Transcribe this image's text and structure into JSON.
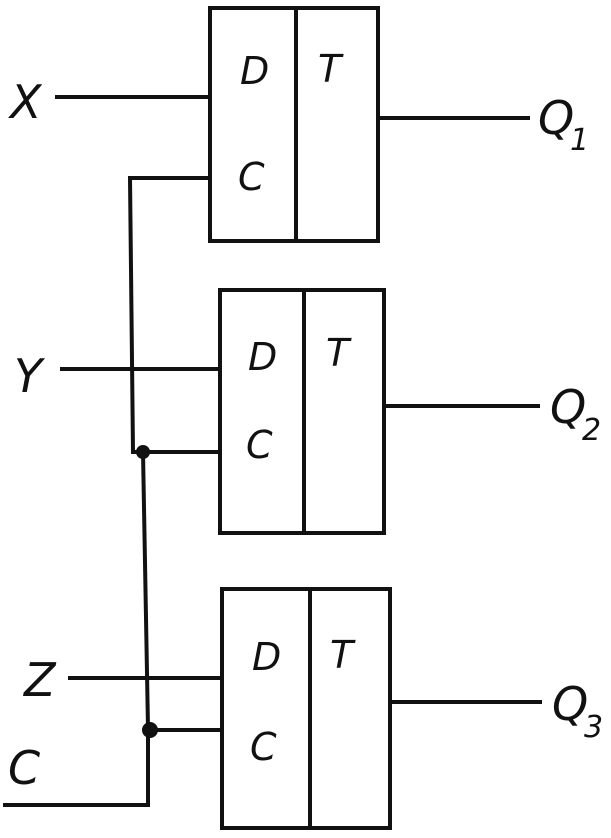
{
  "diagram": {
    "inputs": {
      "x": "X",
      "y": "Y",
      "z": "Z",
      "c": "C"
    },
    "outputs": [
      {
        "letter": "Q",
        "index": "1"
      },
      {
        "letter": "Q",
        "index": "2"
      },
      {
        "letter": "Q",
        "index": "3"
      }
    ],
    "flipflops": [
      {
        "d_pin": "D",
        "c_pin": "C",
        "type": "T"
      },
      {
        "d_pin": "D",
        "c_pin": "C",
        "type": "T"
      },
      {
        "d_pin": "D",
        "c_pin": "C",
        "type": "T"
      }
    ]
  }
}
